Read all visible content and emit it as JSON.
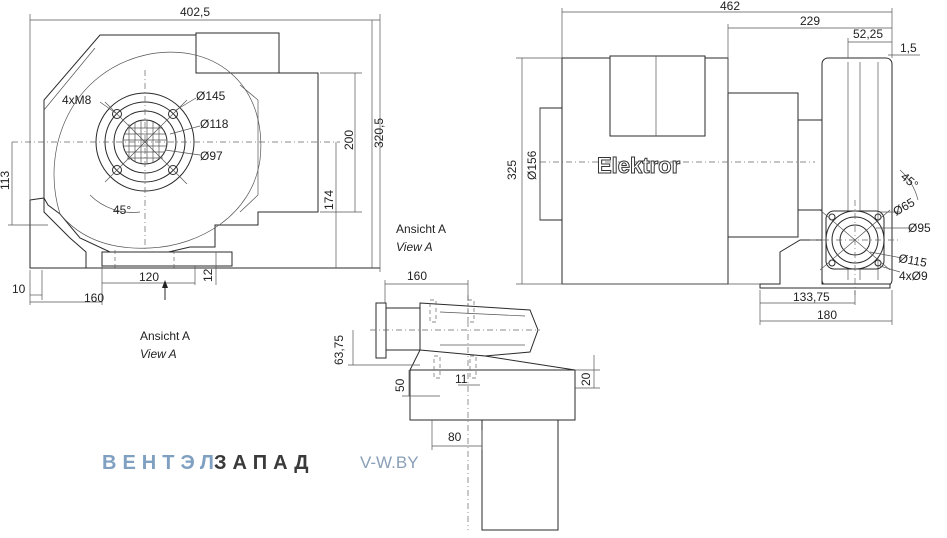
{
  "front_view": {
    "dim_width": "402,5",
    "dim_height_total": "320,5",
    "dim_height_200": "200",
    "dim_height_174": "174",
    "dim_left_113": "113",
    "dim_bolt": "4xM8",
    "dim_d145": "Ø145",
    "dim_d118": "Ø118",
    "dim_d97": "Ø97",
    "dim_angle": "45°",
    "dim_base_10": "10",
    "dim_base_160": "160",
    "dim_base_120": "120",
    "dim_base_12": "12",
    "view_label_de": "Ansicht A",
    "view_label_en": "View A"
  },
  "side_view": {
    "dim_total_462": "462",
    "dim_229": "229",
    "dim_52_25": "52,25",
    "dim_1_5": "1,5",
    "dim_325": "325",
    "dim_d156": "Ø156",
    "motor_logo": "Elektror",
    "dim_angle": "45°",
    "dim_d65": "Ø65",
    "dim_d95": "Ø95",
    "dim_d115": "Ø115",
    "dim_holes": "4xØ9",
    "dim_133_75": "133,75",
    "dim_180": "180"
  },
  "view_a": {
    "label_de": "Ansicht A",
    "label_en": "View A",
    "dim_160": "160",
    "dim_63_75": "63,75",
    "dim_50": "50",
    "dim_11": "11",
    "dim_20": "20",
    "dim_80": "80"
  },
  "watermark": {
    "brand_part1": "ВЕНТЭЛ",
    "brand_part2": "ЗАПАД",
    "site": "V-W.BY",
    "brand_color1": "#7fa0c0",
    "brand_color2": "#3a3a3a"
  }
}
